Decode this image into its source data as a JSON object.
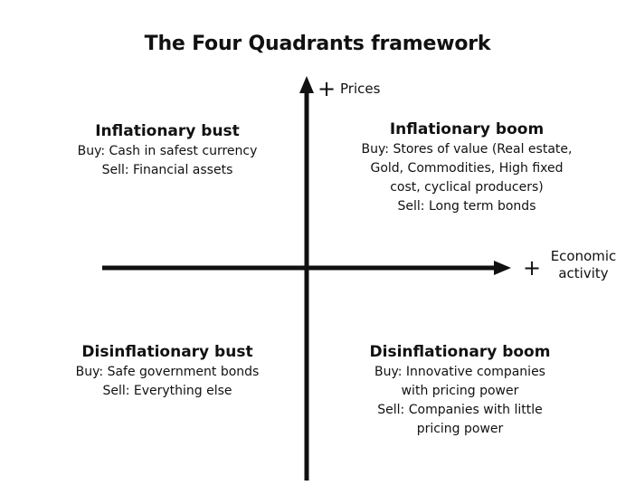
{
  "title": "The Four Quadrants framework",
  "axes": {
    "y_plus": "+",
    "y_label": "Prices",
    "x_plus": "+",
    "x_label_lines": [
      "Economic",
      "activity"
    ]
  },
  "quadrants": {
    "top_left": {
      "title": "Inflationary bust",
      "lines": [
        "Buy: Cash in safest currency",
        "Sell: Financial assets"
      ]
    },
    "top_right": {
      "title": "Inflationary boom",
      "lines": [
        "Buy: Stores of value (Real estate,",
        "Gold, Commodities, High fixed",
        "cost, cyclical producers)",
        "Sell: Long term bonds"
      ]
    },
    "bottom_left": {
      "title": "Disinflationary bust",
      "lines": [
        "Buy: Safe government bonds",
        "Sell: Everything else"
      ]
    },
    "bottom_right": {
      "title": "Disinflationary boom",
      "lines": [
        "Buy: Innovative companies",
        "with pricing power",
        "Sell: Companies with little",
        "pricing power"
      ]
    }
  },
  "colors": {
    "axis": "#111111",
    "text": "#111111",
    "background": "#ffffff"
  }
}
